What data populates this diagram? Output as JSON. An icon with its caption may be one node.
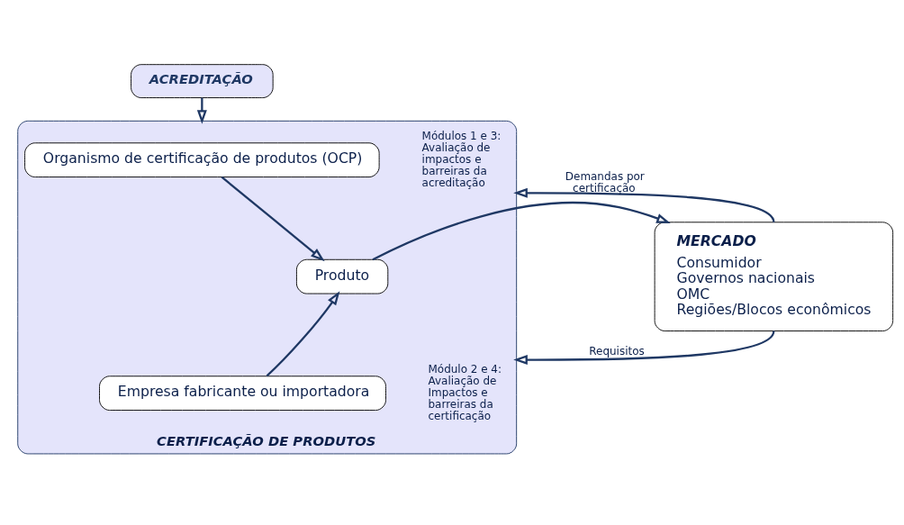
{
  "diagram": {
    "nodes": [
      {
        "text": [
          "ACREDITAÇÃO"
        ]
      },
      {
        "text": [
          "CERTIFICAÇÃO DE PRODUTOS"
        ]
      },
      {
        "text": [
          "Organismo de certificação de produtos (OCP)"
        ],
        "in": 1,
        "beside": [
          "Módulos 1 e 3: Avaliação de impactos e barreiras da acreditação"
        ]
      },
      {
        "text": [
          "Produto"
        ],
        "in": 1
      },
      {
        "text": [
          "Empresa fabricante ou importadora"
        ],
        "in": 1,
        "beside": [
          "Módulo 2 e 4: Avaliação de Impactos e barreiras da certificação"
        ]
      },
      {
        "text": [
          "MERCADO",
          "Consumidor",
          "Governos nacionais",
          "OMC",
          "Regiões/Blocos econômicos"
        ]
      }
    ],
    "edges": [
      {
        "from": 0,
        "to": 1,
        "arrow": "to"
      },
      {
        "from": 2,
        "to": 3,
        "arrow": "to"
      },
      {
        "from": 4,
        "to": 3,
        "arrow": "to"
      },
      {
        "from": 3,
        "to": 5,
        "arrow": "to"
      },
      {
        "from": 5,
        "to": 1,
        "arrow": "to",
        "label": "Demandas por certificação"
      },
      {
        "from": 5,
        "to": 1,
        "arrow": "to",
        "label": "Requisitos"
      }
    ]
  }
}
